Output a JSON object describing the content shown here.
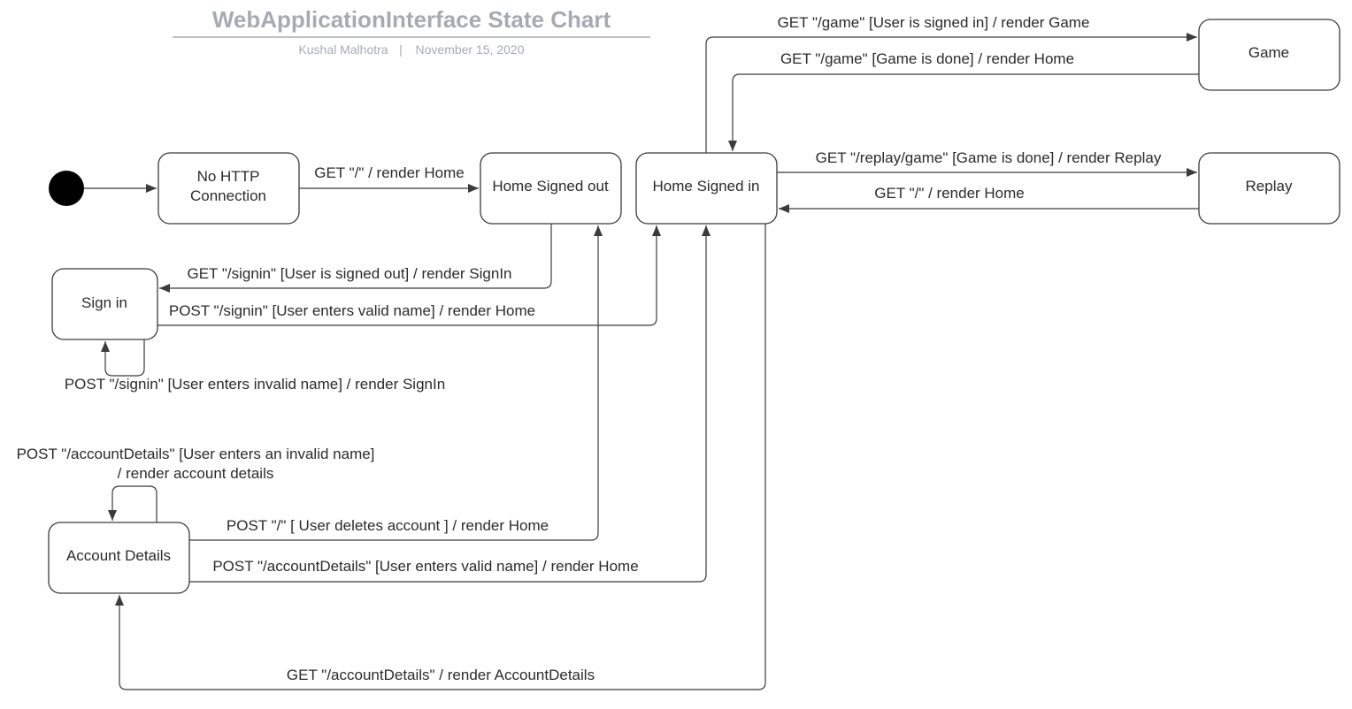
{
  "header": {
    "title": "WebApplicationInterface State Chart",
    "author": "Kushal Malhotra",
    "separator": "|",
    "date": "November 15, 2020"
  },
  "states": {
    "no_http_line1": "No HTTP",
    "no_http_line2": "Connection",
    "home_signed_out": "Home Signed out",
    "home_signed_in": "Home Signed in",
    "game": "Game",
    "replay": "Replay",
    "sign_in": "Sign in",
    "account_details": "Account Details"
  },
  "transitions": {
    "start_to_home": "GET \"/\" / render Home",
    "to_game": "GET \"/game\" [User is signed in] / render Game",
    "game_to_home": "GET \"/game\" [Game is done] / render Home",
    "to_replay": "GET \"/replay/game\" [Game is done] / render Replay",
    "replay_to_home": "GET \"/\" / render Home",
    "to_signin": "GET \"/signin\" [User is signed out] /  render SignIn",
    "signin_valid": "POST \"/signin\" [User enters valid name] / render Home",
    "signin_invalid": "POST \"/signin\" [User enters invalid name] / render SignIn",
    "account_invalid_line1": "POST \"/accountDetails\" [User enters an invalid name]",
    "account_invalid_line2": "/ render account details",
    "account_delete": "POST \"/\" [ User deletes account ] / render Home",
    "account_valid": "POST \"/accountDetails\" [User enters valid name] / render Home",
    "to_account": "GET \"/accountDetails\" / render AccountDetails"
  }
}
